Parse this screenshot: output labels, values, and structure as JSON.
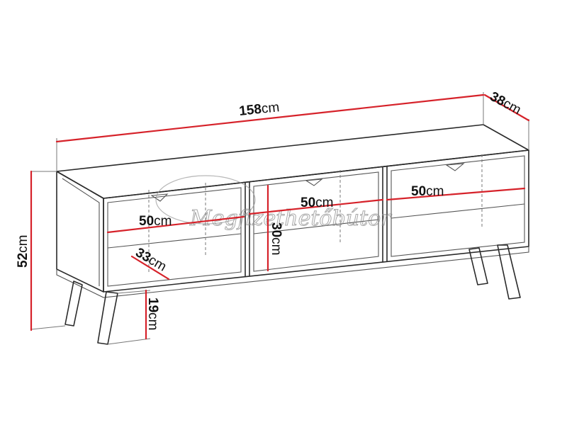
{
  "dimensions": {
    "width": {
      "value": "158",
      "unit": "cm"
    },
    "depth": {
      "value": "38",
      "unit": "cm"
    },
    "height": {
      "value": "52",
      "unit": "cm"
    },
    "leg_height": {
      "value": "19",
      "unit": "cm"
    },
    "inner_height": {
      "value": "30",
      "unit": "cm"
    },
    "inner_depth": {
      "value": "33",
      "unit": "cm"
    },
    "compartment_left": {
      "value": "50",
      "unit": "cm"
    },
    "compartment_middle": {
      "value": "50",
      "unit": "cm"
    },
    "compartment_right": {
      "value": "50",
      "unit": "cm"
    }
  },
  "watermark": {
    "text": "Megfizethetőbútor"
  },
  "colors": {
    "dimension_line": "#d6222a",
    "outline": "#2a2a2a",
    "background": "#ffffff"
  }
}
